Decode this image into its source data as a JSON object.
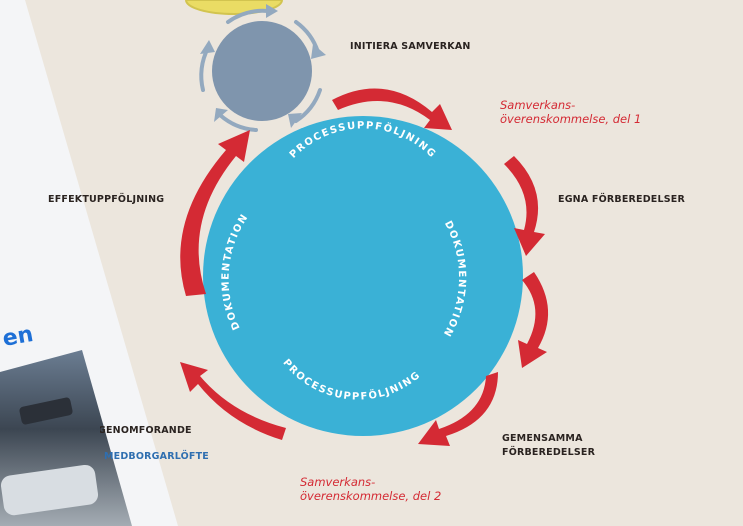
{
  "labels": {
    "initiera": "INITIERA SAMVERKAN",
    "egna": "EGNA FÖRBEREDELSER",
    "gemensamma_1": "GEMENSAMMA",
    "gemensamma_2": "FÖRBEREDELSER",
    "genomforande": "GENOMFÖRANDE",
    "medborgarlofte": "MEDBORGARLÖFTE",
    "effekt": "EFFEKTUPPFÖLJNING"
  },
  "notes": {
    "avtal_del1_line1": "Samverkans-",
    "avtal_del1_line2": "överenskommelse, del 1",
    "avtal_del2_line1": "Samverkans-",
    "avtal_del2_line2": "överenskommelse, del 2"
  },
  "circle_text": {
    "top": "PROCESSUPPFÖLJNING",
    "bottom": "PROCESSUPPFÖLJNING",
    "left": "DOKUMENTATION",
    "right": "DOKUMENTATION"
  },
  "photo_word": "en",
  "colors": {
    "background": "#ece6dd",
    "main_circle": "#3ab1d6",
    "small_circle": "#7f95ad",
    "arrow_red": "#d42a34",
    "small_arrows": "#93a9bf",
    "note_red": "#d42a34",
    "label_blue": "#2f6fb0"
  }
}
